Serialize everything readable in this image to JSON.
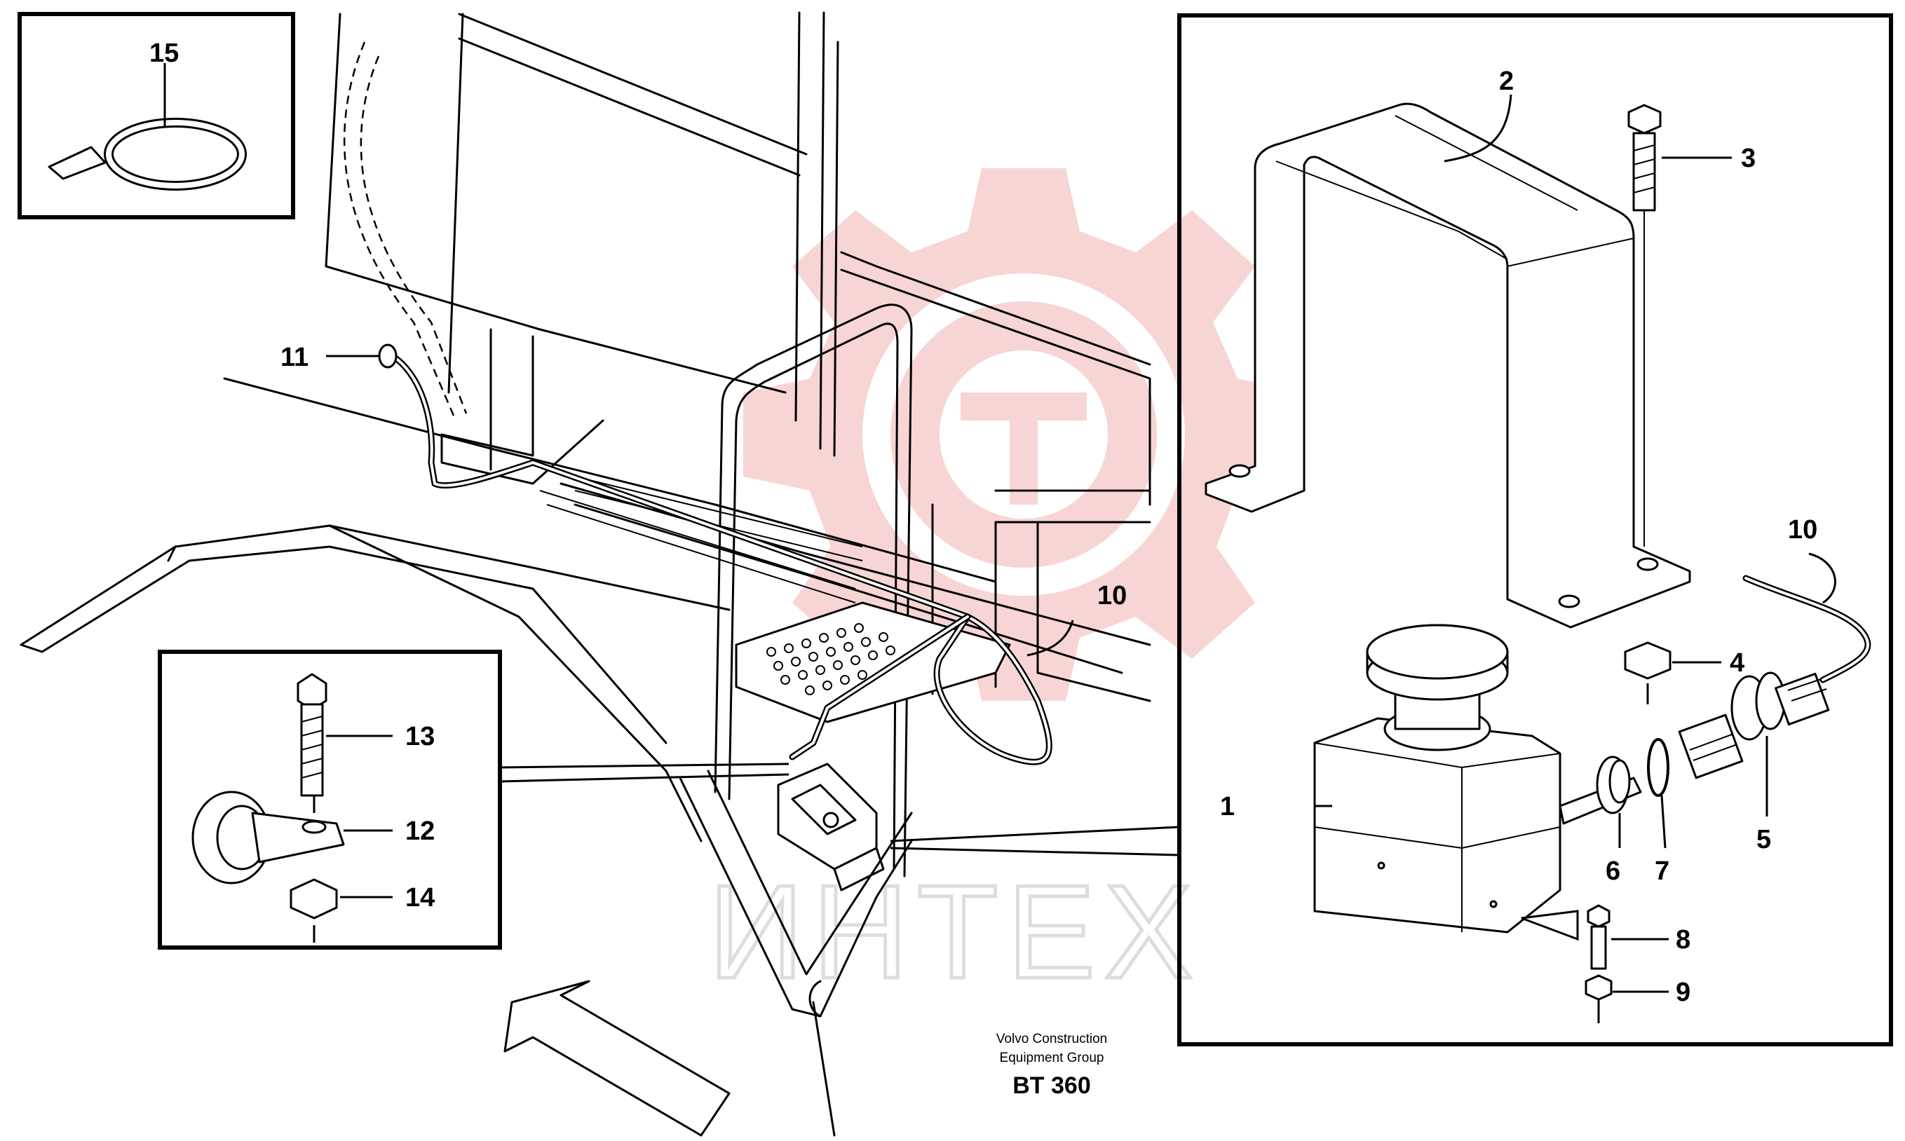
{
  "callouts": {
    "c1": "1",
    "c2": "2",
    "c3": "3",
    "c4": "4",
    "c5": "5",
    "c6": "6",
    "c7": "7",
    "c8": "8",
    "c9": "9",
    "c10_main": "10",
    "c10_detail": "10",
    "c11": "11",
    "c12": "12",
    "c13": "13",
    "c14": "14",
    "c15": "15"
  },
  "credit": {
    "line1": "Volvo Construction",
    "line2": "Equipment Group",
    "code": "BT 360"
  },
  "watermark": {
    "text": "ИНТЕХ",
    "color": "#f4c4c4"
  }
}
